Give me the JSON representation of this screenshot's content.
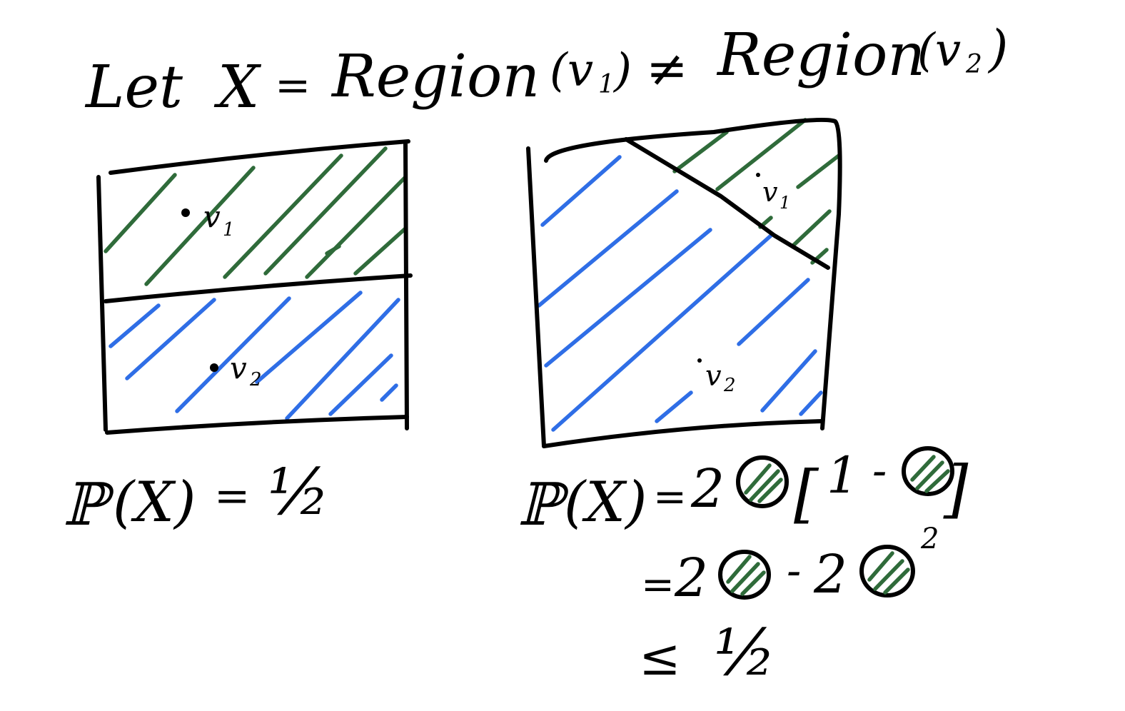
{
  "title": {
    "let": "Let",
    "x": "X",
    "eq": "=",
    "region1": "Region",
    "v1": "(v",
    "v1sub": "1",
    "close1": ")",
    "neq": "≠",
    "region2": "Region",
    "v2": "(v",
    "v2sub": "2",
    "close2": ")"
  },
  "left_box": {
    "v1_label": "v",
    "v1_sub": "1",
    "v2_label": "v",
    "v2_sub": "2"
  },
  "right_box": {
    "v1_label": "v",
    "v1_sub": "1",
    "v2_label": "v",
    "v2_sub": "2"
  },
  "left_formula": {
    "p": "ℙ",
    "x": "(X)",
    "eq": "=",
    "value": "½"
  },
  "right_formula": {
    "p": "ℙ",
    "x": "(X)",
    "eq": "=",
    "coef": "2",
    "open": "[",
    "one": "1",
    "minus": "-",
    "close": "]",
    "line2_eq": "=",
    "line2_coef1": "2",
    "line2_minus": "-",
    "line2_coef2": "2",
    "line2_exp": "2",
    "line3_leq": "≤",
    "line3_value": "½"
  },
  "colors": {
    "ink": "#000000",
    "green": "#2f6b3a",
    "blue": "#2f6ee6"
  }
}
